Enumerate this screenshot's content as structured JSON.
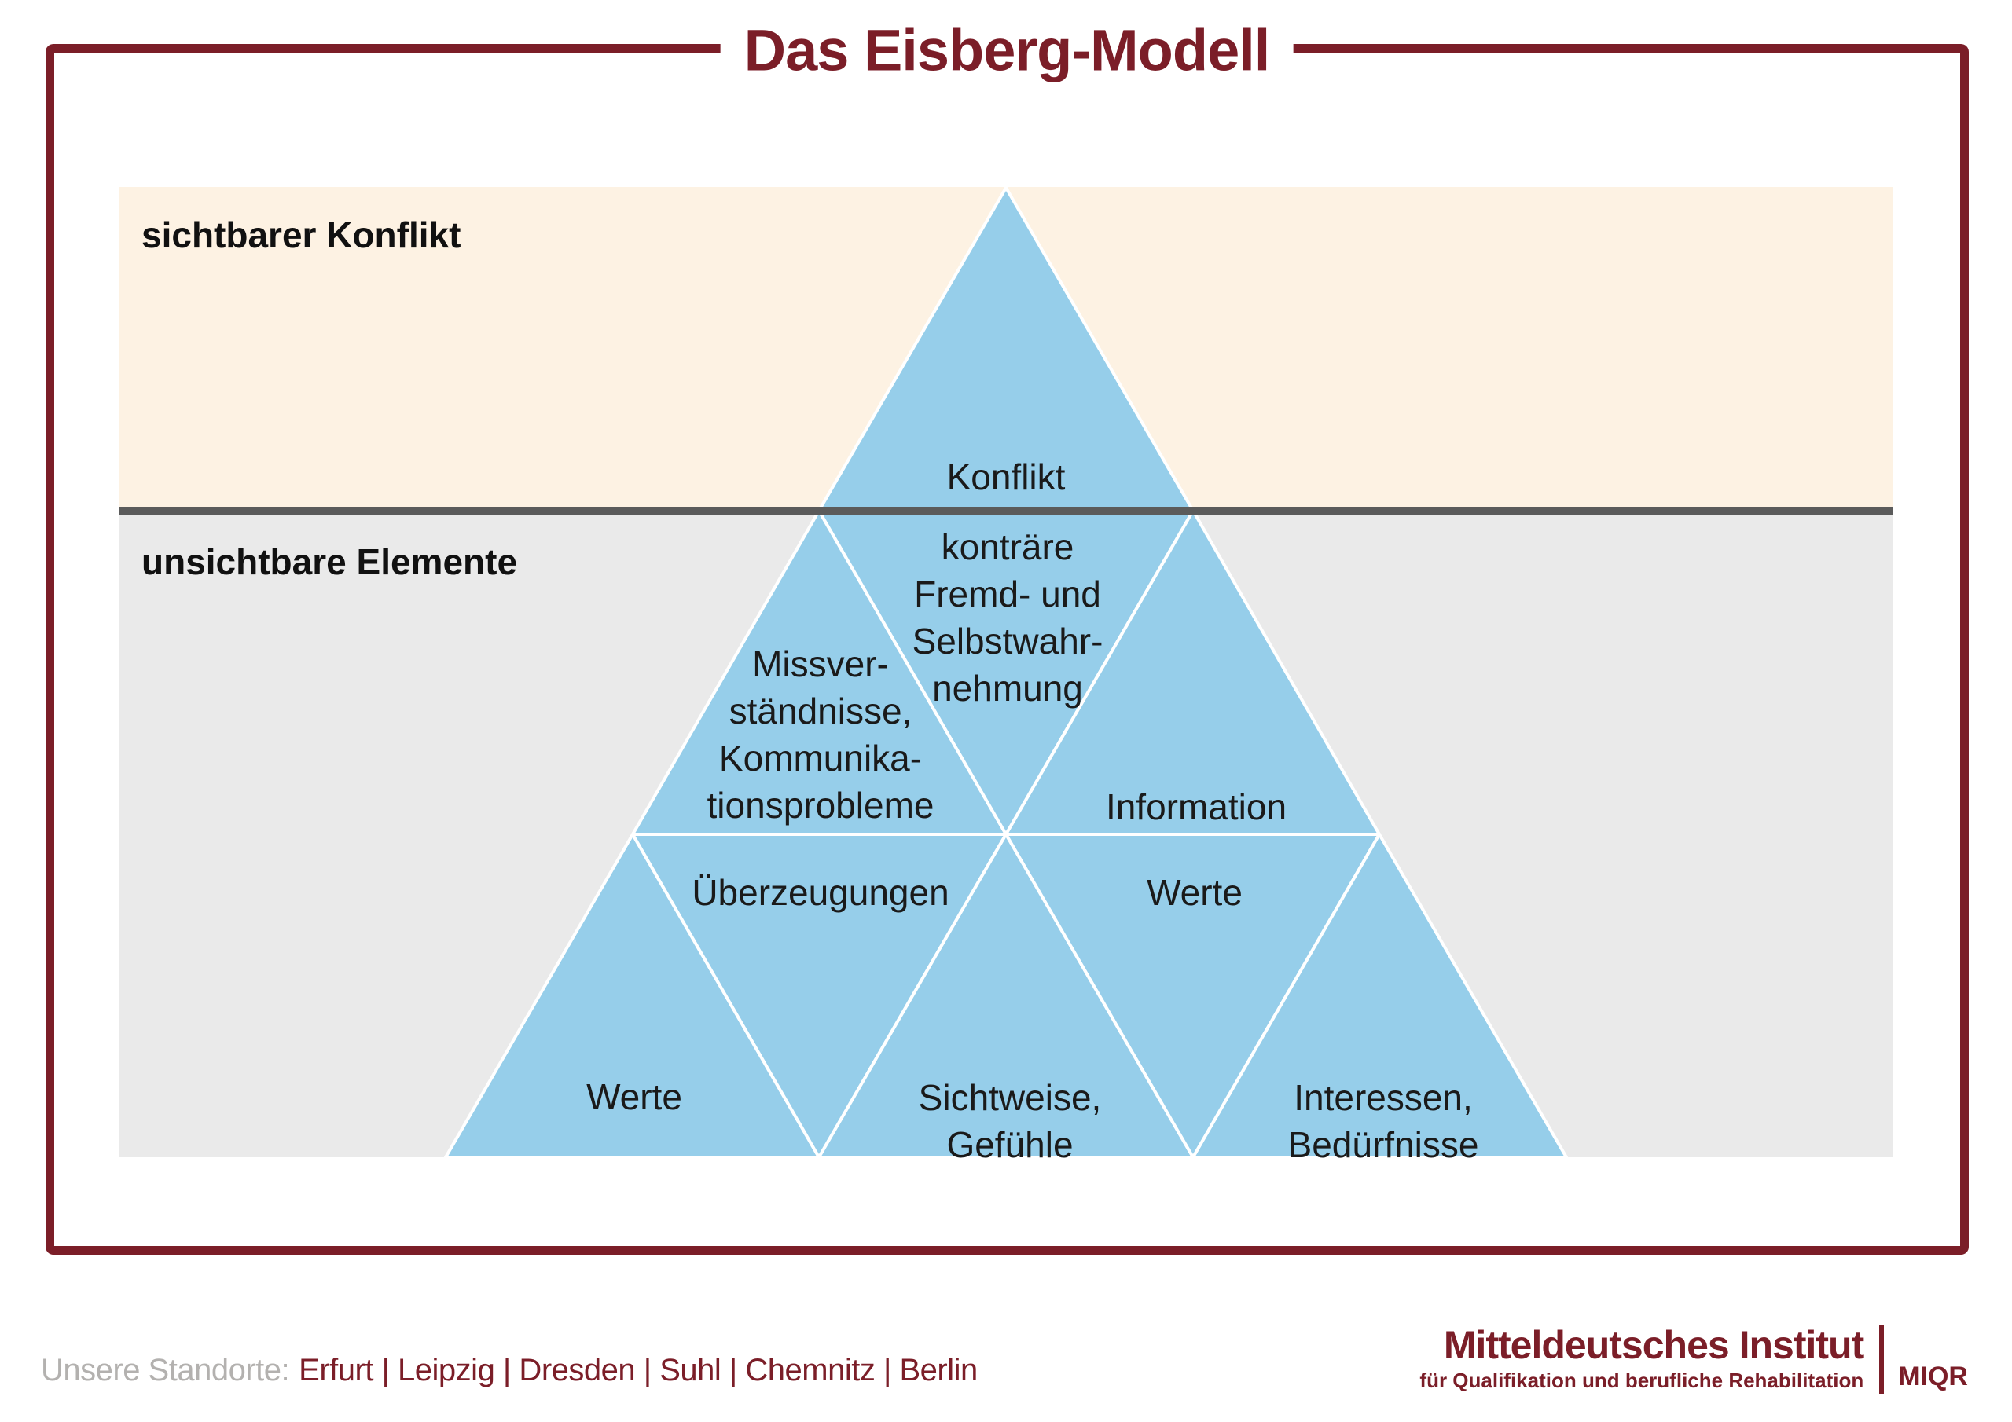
{
  "title": "Das Eisberg-Modell",
  "zones": {
    "above_label": "sichtbarer Konflikt",
    "below_label": "unsichtbare Elemente"
  },
  "iceberg": {
    "konflikt": "Konflikt",
    "kontraere": "konträre\nFremd- und\nSelbstwahr-\nnehmung",
    "missverstaendnisse": "Missver-\nständnisse,\nKommunika-\ntionsprobleme",
    "information": "Information",
    "ueberzeugungen": "Überzeugungen",
    "werte_middle": "Werte",
    "werte_bottom": "Werte",
    "sichtweise": "Sichtweise,\nGefühle",
    "interessen": "Interessen,\nBedürfnisse"
  },
  "colors": {
    "brand_maroon": "#7b1e28",
    "iceberg_blue": "#96ceea",
    "above_zone_bg": "#fdf2e3",
    "below_zone_bg": "#eaeaea",
    "waterline": "#5b5b5b"
  },
  "footer": {
    "locations_label": "Unsere Standorte:",
    "locations": "Erfurt | Leipzig | Dresden | Suhl | Chemnitz | Berlin",
    "logo": {
      "name": "Mitteldeutsches Institut",
      "subtitle": "für Qualifikation und berufliche Rehabilitation",
      "abbreviation": "MIQR"
    }
  }
}
